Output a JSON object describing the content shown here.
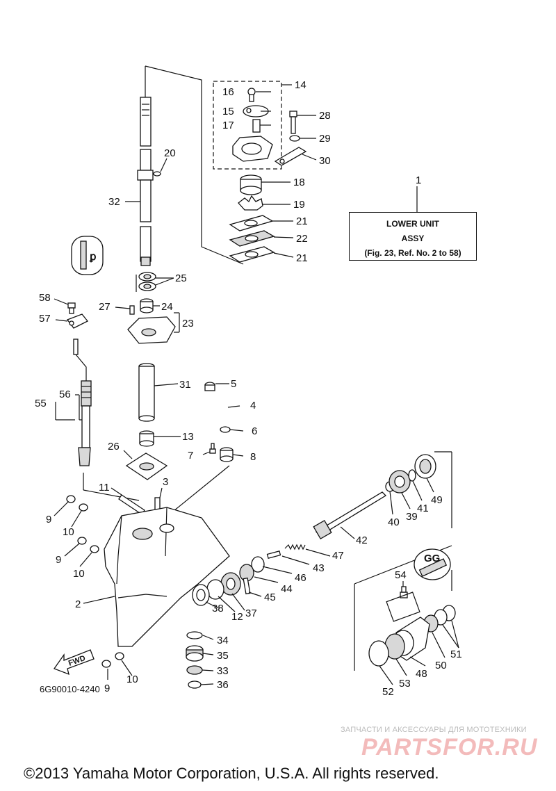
{
  "title_box": {
    "callout": "1",
    "line1": "LOWER UNIT",
    "line2": "ASSY",
    "line3": "(Fig. 23, Ref. No. 2 to 58)"
  },
  "callouts": {
    "n2": "2",
    "n3": "3",
    "n4": "4",
    "n5": "5",
    "n6": "6",
    "n7": "7",
    "n8": "8",
    "n9a": "9",
    "n9b": "9",
    "n9c": "9",
    "n10a": "10",
    "n10b": "10",
    "n10c": "10",
    "n11": "11",
    "n12": "12",
    "n13": "13",
    "n14": "14",
    "n15": "15",
    "n16": "16",
    "n17": "17",
    "n18": "18",
    "n19": "19",
    "n20": "20",
    "n21a": "21",
    "n21b": "21",
    "n22": "22",
    "n23": "23",
    "n24": "24",
    "n25": "25",
    "n26": "26",
    "n27": "27",
    "n28": "28",
    "n29": "29",
    "n30": "30",
    "n31": "31",
    "n32": "32",
    "n33": "33",
    "n34": "34",
    "n35": "35",
    "n36": "36",
    "n37": "37",
    "n38": "38",
    "n39": "39",
    "n40": "40",
    "n41": "41",
    "n42": "42",
    "n43": "43",
    "n44": "44",
    "n45": "45",
    "n46": "46",
    "n47": "47",
    "n48": "48",
    "n49": "49",
    "n50": "50",
    "n51": "51",
    "n52": "52",
    "n53": "53",
    "n54": "54",
    "n55": "55",
    "n56": "56",
    "n57": "57",
    "n58": "58"
  },
  "fwd_label": "FWD",
  "figure_code": "6G90010-4240",
  "watermark_caption": "ЗАПЧАСТИ И АКСЕССУАРЫ ДЛЯ МОТОТЕХНИКИ",
  "watermark_logo": "PARTSFOR.RU",
  "copyright": "©2013 Yamaha Motor Corporation, U.S.A. All rights reserved."
}
